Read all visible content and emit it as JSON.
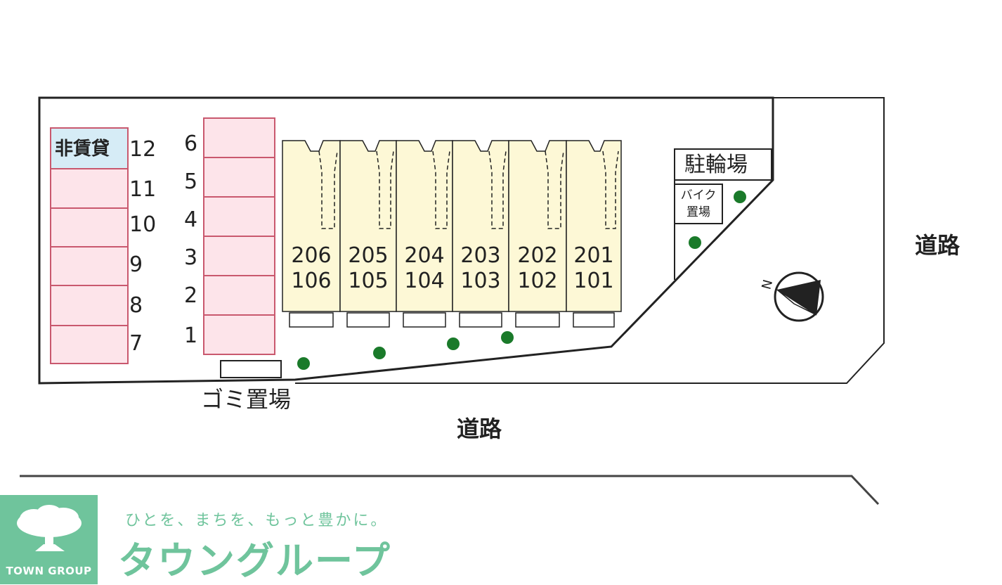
{
  "parking_left": {
    "reserved_label": "非賃貸",
    "numbers": [
      "12",
      "11",
      "10",
      "9",
      "8",
      "7"
    ]
  },
  "parking_mid": {
    "numbers": [
      "6",
      "5",
      "4",
      "3",
      "2",
      "1"
    ]
  },
  "units": [
    {
      "upper": "206",
      "lower": "106"
    },
    {
      "upper": "205",
      "lower": "105"
    },
    {
      "upper": "204",
      "lower": "104"
    },
    {
      "upper": "203",
      "lower": "103"
    },
    {
      "upper": "202",
      "lower": "102"
    },
    {
      "upper": "201",
      "lower": "101"
    }
  ],
  "bicycle_parking": "駐輪場",
  "bike_parking": {
    "line1": "バイク",
    "line2": "置場"
  },
  "garbage": "ゴミ置場",
  "road_right": "道路",
  "road_bottom": "道路",
  "compass_letter": "N",
  "colors": {
    "parking_fill": "#fde4ea",
    "parking_stroke": "#c9586e",
    "reserved_fill": "#d6ecf6",
    "building_fill": "#fdf8d6",
    "tree": "#1a7a2a",
    "brand_green": "#6fc49c"
  },
  "logo": {
    "brand": "TOWN GROUP",
    "tagline": "ひとを、まちを、もっと豊かに。",
    "company": "タウングループ"
  }
}
